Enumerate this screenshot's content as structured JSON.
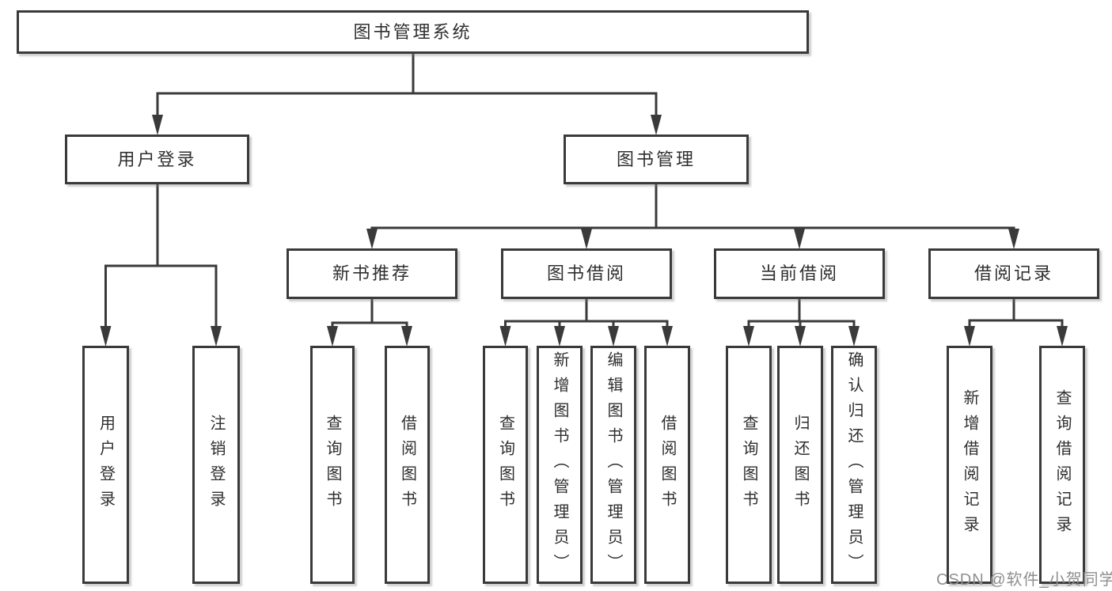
{
  "tree": {
    "root": {
      "label": "图书管理系统"
    },
    "branches": [
      {
        "label": "用户登录",
        "children": [
          {
            "label": "用户登录"
          },
          {
            "label": "注销登录"
          }
        ]
      },
      {
        "label": "图书管理",
        "children": [
          {
            "label": "新书推荐",
            "children": [
              {
                "label": "查询图书"
              },
              {
                "label": "借阅图书"
              }
            ]
          },
          {
            "label": "图书借阅",
            "children": [
              {
                "label": "查询图书"
              },
              {
                "label": "新增图书（管理员）"
              },
              {
                "label": "编辑图书（管理员）"
              },
              {
                "label": "借阅图书"
              }
            ]
          },
          {
            "label": "当前借阅",
            "children": [
              {
                "label": "查询图书"
              },
              {
                "label": "归还图书"
              },
              {
                "label": "确认归还（管理员）"
              }
            ]
          },
          {
            "label": "借阅记录",
            "children": [
              {
                "label": "新增借阅记录"
              },
              {
                "label": "查询借阅记录"
              }
            ]
          }
        ]
      }
    ]
  },
  "watermark": {
    "text": "CSDN @软件_小贺同学",
    "color": "#8f8f8f"
  },
  "colors": {
    "line": "#3a3a3a",
    "text": "#2f2f2f",
    "box_background": "#ffffff",
    "page_background": "#ffffff"
  }
}
